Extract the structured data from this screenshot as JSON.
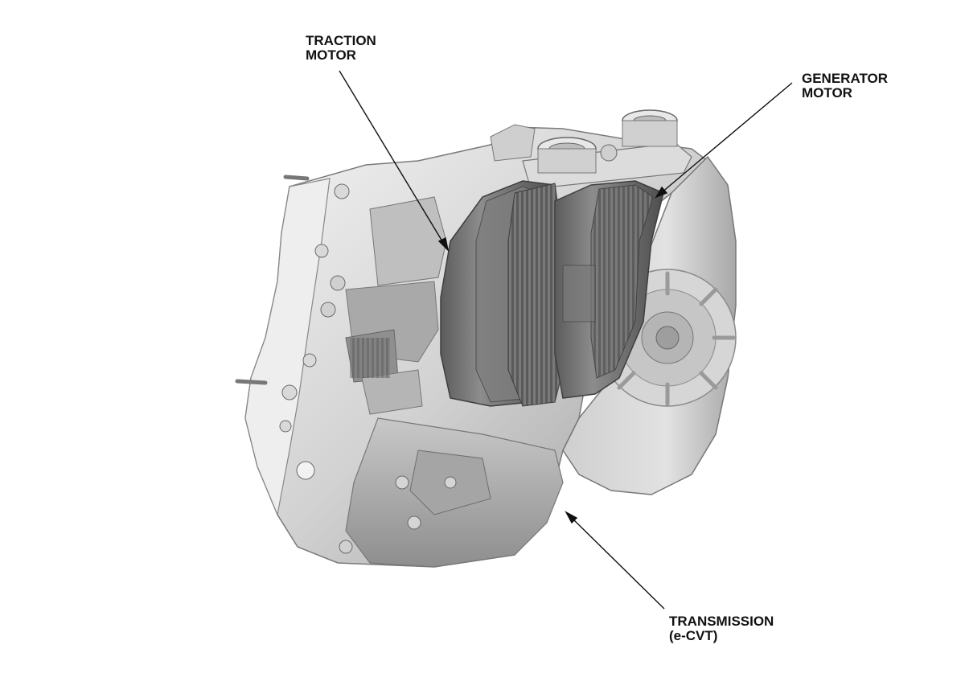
{
  "callouts": {
    "traction": {
      "line1": "TRACTION",
      "line2": "MOTOR"
    },
    "generator": {
      "line1": "GENERATOR",
      "line2": "MOTOR"
    },
    "transmission": {
      "line1": "TRANSMISSION",
      "line2": "(e-CVT)"
    }
  },
  "colors": {
    "housing_light": "#e6e6e6",
    "housing_mid": "#bdbdbd",
    "housing_dark": "#8a8a8a",
    "motor_stator": "#6f6f6f",
    "leader_line": "#111111"
  }
}
